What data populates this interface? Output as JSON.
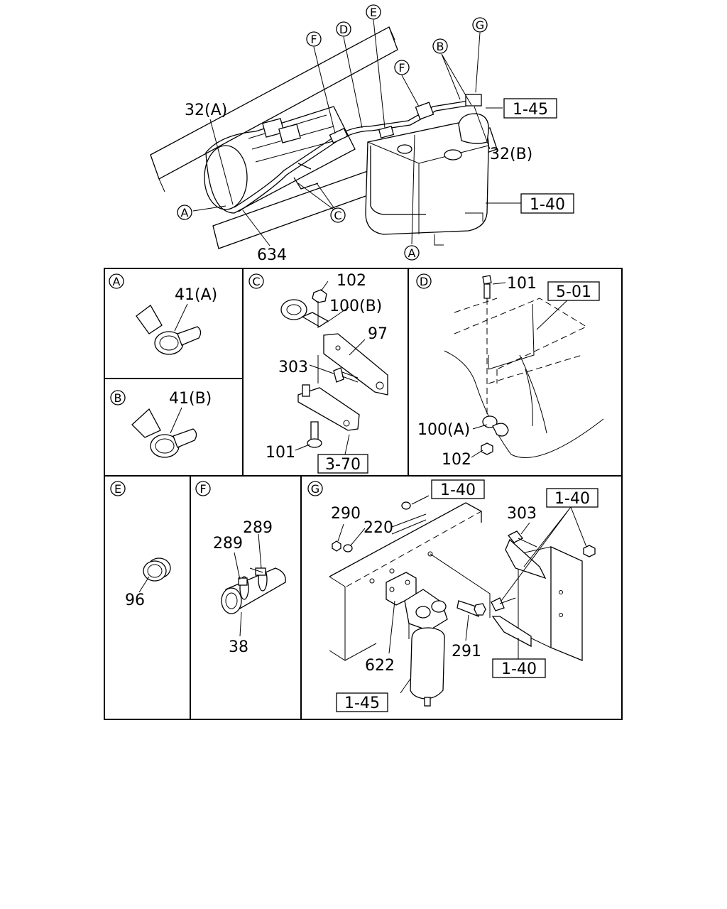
{
  "overview": {
    "callouts": {
      "F1": "F",
      "D": "D",
      "E": "E",
      "F2": "F",
      "B": "B",
      "G": "G",
      "A1": "A",
      "C": "C",
      "A2": "A"
    },
    "part_labels": {
      "p32a": "32(A)",
      "p32b": "32(B)",
      "p634": "634"
    },
    "refs": {
      "r145": "1-45",
      "r140": "1-40"
    }
  },
  "panels": {
    "A": {
      "tag": "A",
      "label": "41(A)"
    },
    "B": {
      "tag": "B",
      "label": "41(B)"
    },
    "C": {
      "tag": "C",
      "labels": {
        "l102": "102",
        "l100b": "100(B)",
        "l97": "97",
        "l303": "303",
        "l101": "101"
      },
      "ref": "3-70"
    },
    "D": {
      "tag": "D",
      "labels": {
        "l101": "101",
        "l100a": "100(A)",
        "l102": "102"
      },
      "ref": "5-01"
    },
    "E": {
      "tag": "E",
      "label": "96"
    },
    "F": {
      "tag": "F",
      "labels": {
        "l289a": "289",
        "l289b": "289",
        "l38": "38"
      }
    },
    "G": {
      "tag": "G",
      "labels": {
        "l290": "290",
        "l220": "220",
        "l303": "303",
        "l622": "622",
        "l291": "291"
      },
      "refs": {
        "r140a": "1-40",
        "r140b": "1-40",
        "r140c": "1-40",
        "r145": "1-45"
      }
    }
  }
}
